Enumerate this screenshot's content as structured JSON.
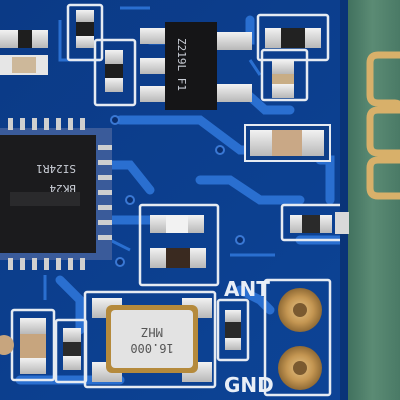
{
  "board": {
    "silkscreen_ant": "ANT",
    "silkscreen_gnd": "GND",
    "crystal_line1": "MHZ",
    "crystal_line2": "16.000",
    "regulator_marking": "Z219L F1",
    "mcu_marking_1": "SI24R1",
    "mcu_marking_2": "BK24"
  },
  "colors": {
    "pcb": "#0d3f8f",
    "trace": "#1c5fc0",
    "pad": "#d9d9d9",
    "gold": "#c9a15a",
    "antenna_green": "#4f7f6a",
    "chip": "#1a1a1a"
  }
}
